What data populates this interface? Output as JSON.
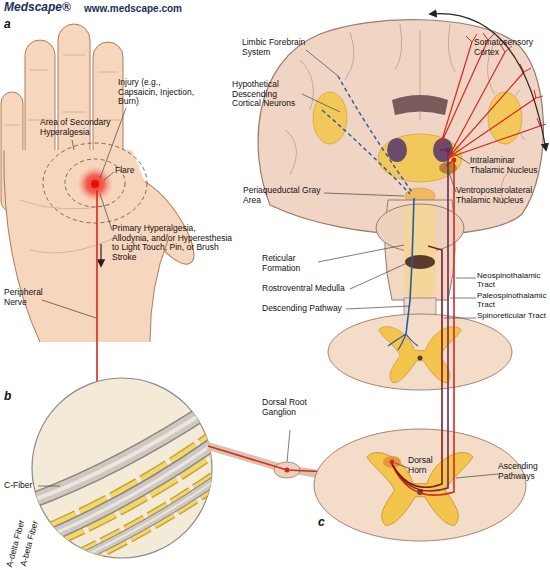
{
  "diagram": {
    "labels": [
      "Medscape®",
      "www.medscape.com",
      "a",
      "Limbic Forebrain System",
      "Somatosensory Cortex",
      "Injury (e.g., Capsaicin, Injection, Burn)",
      "Hypothetical Descending Cortical Neurons",
      "Area of Secondary Hyperalgesia",
      "Intralaminar Thalamic Nucleus",
      "Flare",
      "Ventroposterolateral Thalamic Nucleus",
      "Periaqueductal Gray Area",
      "Primary Hyperalgesia, Allodynia, and/or Hyperesthesia to Light Touch, Pin, or Brush Stroke",
      "Reticular Formation",
      "Rostroventral Medulla",
      "Neospinothalamic Tract",
      "Peripheral Nerve",
      "Paleospinothalamic Tract",
      "Descending Pathway",
      "Spinoreticular Tract",
      "b",
      "Dorsal Root Ganglion",
      "C-Fiber",
      "Dorsal Horn",
      "Ascending Pathways",
      "A-beta Fiber",
      "c",
      "A-delta Fiber"
    ]
  }
}
